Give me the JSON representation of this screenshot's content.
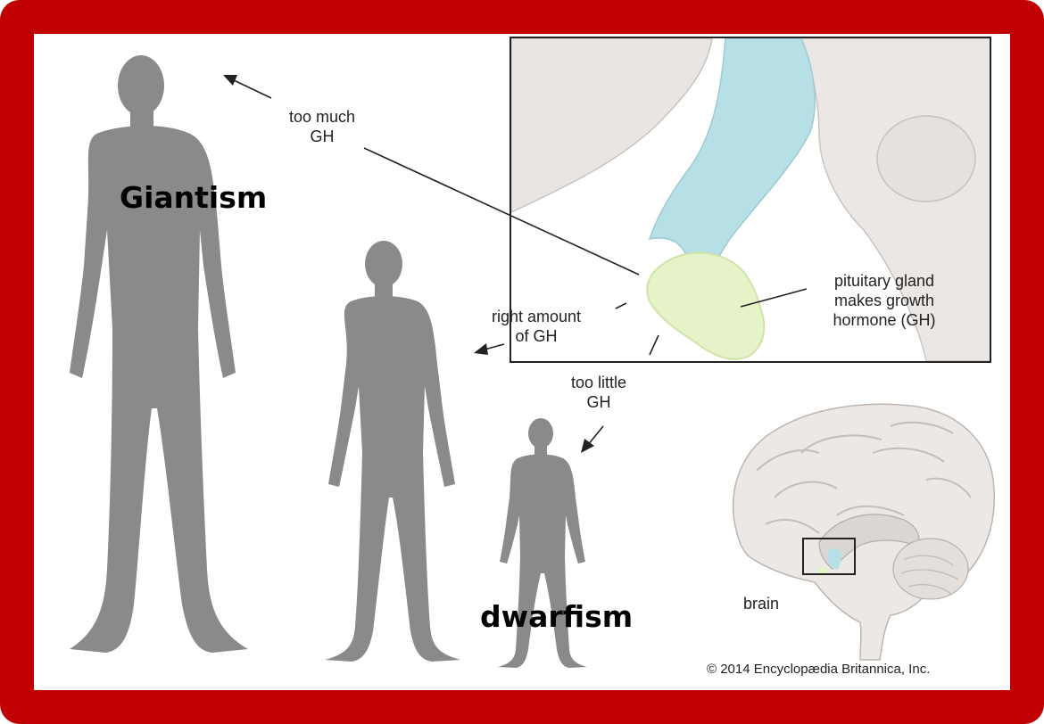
{
  "labels": {
    "giantism": "Giantism",
    "dwarfism": "dwarfism",
    "too_much_line1": "too much",
    "too_much_line2": "GH",
    "right_amount_line1": "right amount",
    "right_amount_line2": "of GH",
    "too_little_line1": "too little",
    "too_little_line2": "GH",
    "pituitary_line1": "pituitary gland",
    "pituitary_line2": "makes growth",
    "pituitary_line3": "hormone (GH)",
    "brain": "brain",
    "copyright": "© 2014 Encyclopædia Britannica, Inc."
  },
  "colors": {
    "border": "#c00000",
    "silhouette": "#8a8a8a",
    "brain_tissue": "#e8e4e1",
    "hypothalamus": "#b7e0e6",
    "pituitary": "#e6f2c8"
  }
}
